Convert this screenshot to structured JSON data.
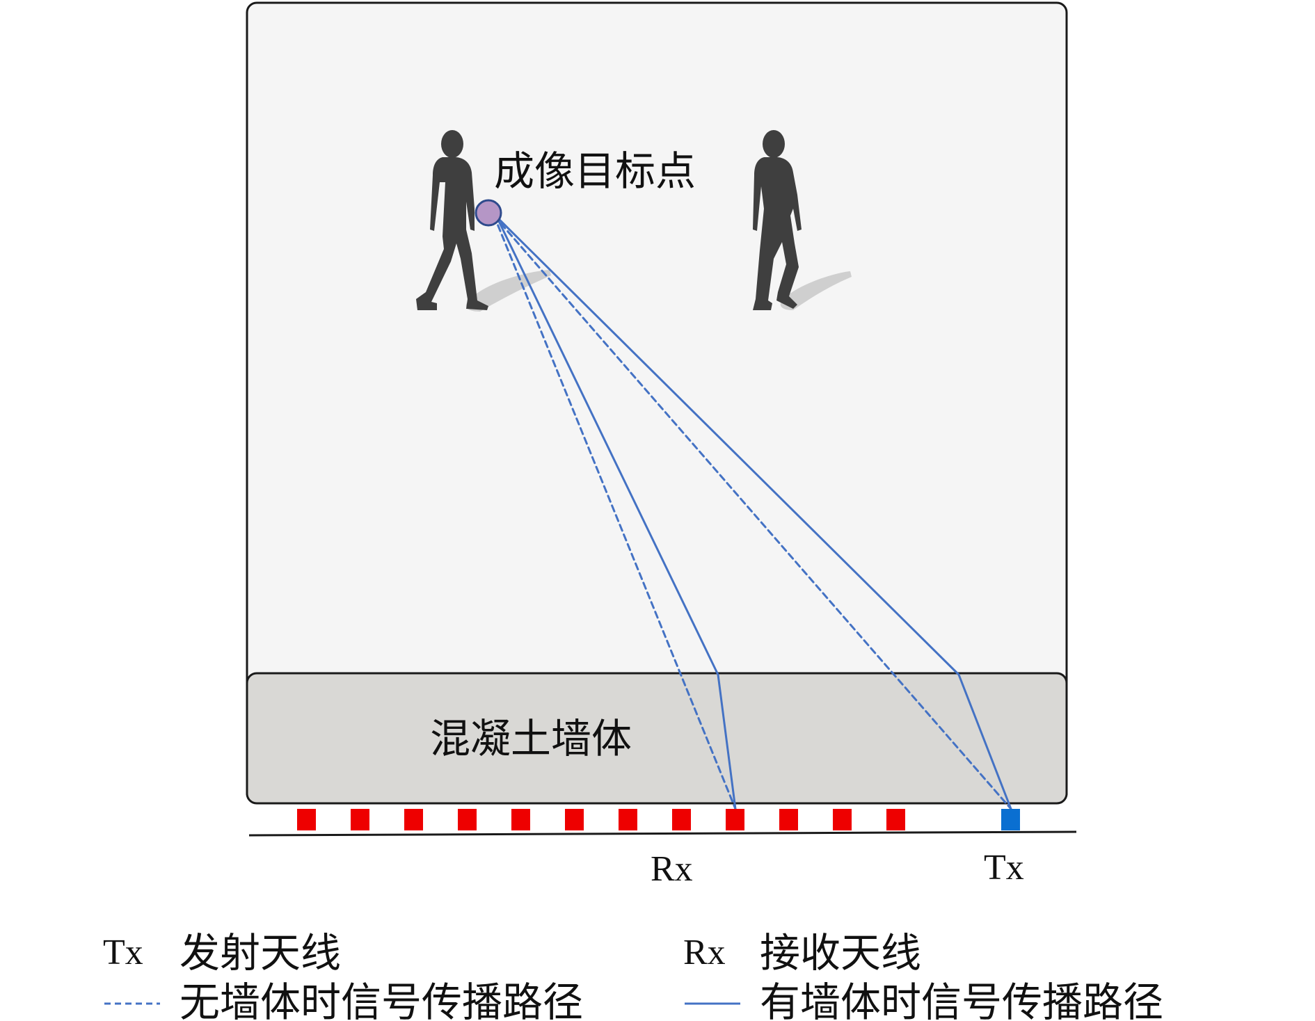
{
  "colors": {
    "room_fill": "#f5f5f5",
    "wall_fill": "#d9d8d5",
    "outline": "#1a1a1a",
    "path": "#4472c4",
    "rx_antenna": "#ee0000",
    "tx_antenna": "#0a6fd1",
    "target_fill": "#b596c6",
    "target_stroke": "#2e4a8c",
    "person": "#3f3f3f",
    "shadow": "#c8c8c8"
  },
  "labels": {
    "target": "成像目标点",
    "wall": "混凝土墙体",
    "rx": "Rx",
    "tx": "Tx"
  },
  "legend": {
    "tx_abbr": "Tx",
    "tx_desc": "发射天线",
    "rx_abbr": "Rx",
    "rx_desc": "接收天线",
    "no_wall": "无墙体时信号传播路径",
    "with_wall": "有墙体时信号传播路径"
  },
  "icons": {
    "person_left": "walking-person-icon",
    "person_right": "walking-person-icon"
  },
  "antenna_array": {
    "rx_count": 12,
    "active_rx_index": 9,
    "tx_count": 1
  }
}
